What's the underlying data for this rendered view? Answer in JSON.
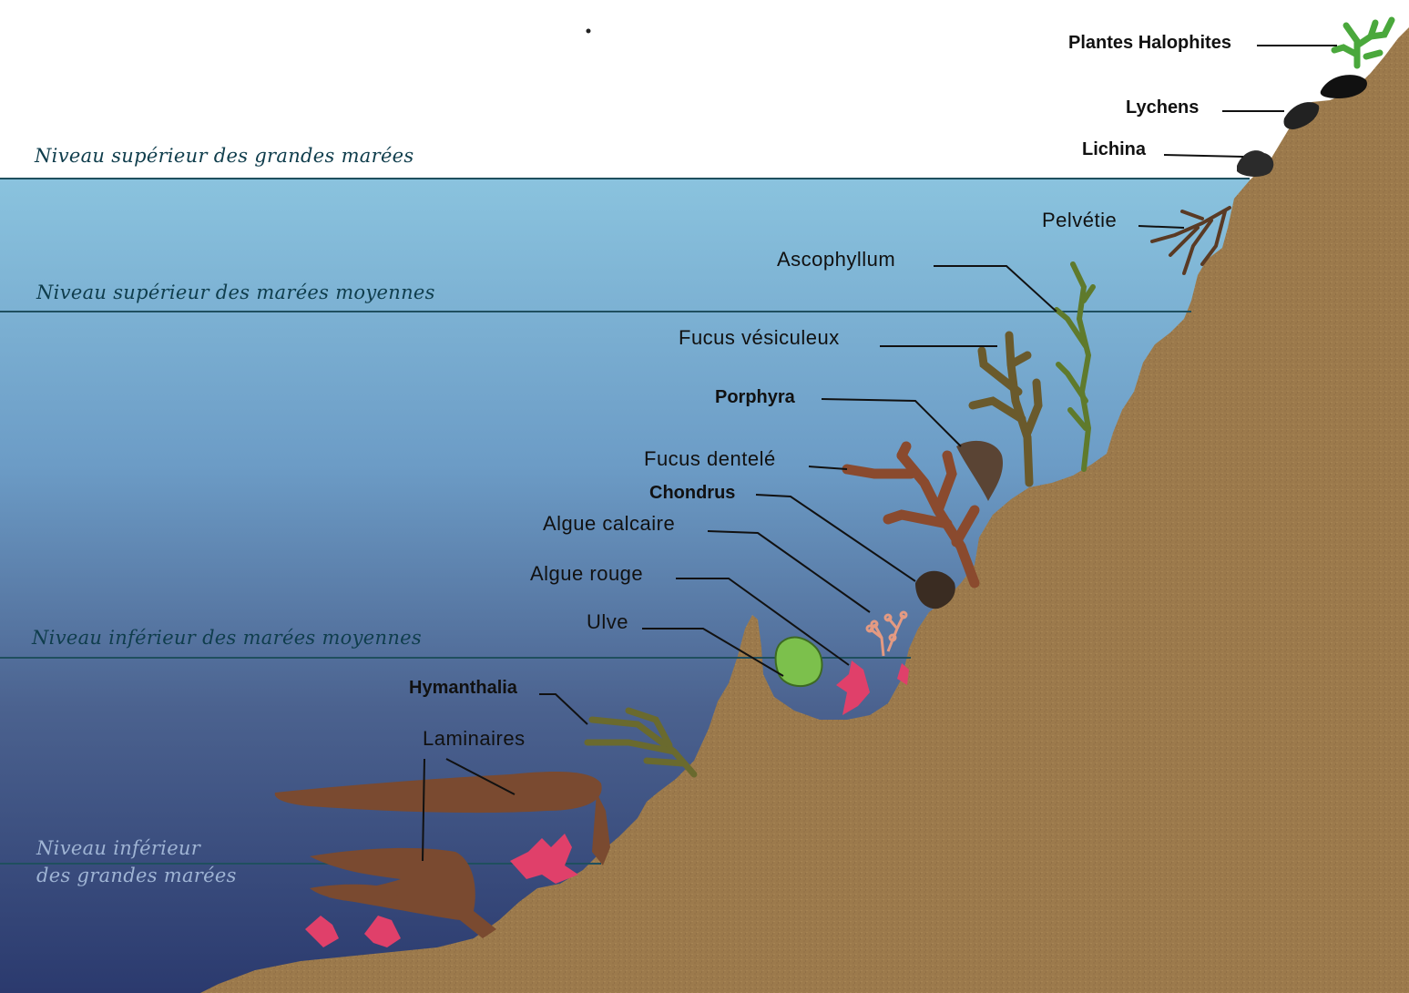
{
  "tide_levels": {
    "spring_high": "Niveau supérieur des grandes marées",
    "neap_high": "Niveau supérieur des marées moyennes",
    "neap_low": "Niveau inférieur des marées moyennes",
    "spring_low_line1": "Niveau inférieur",
    "spring_low_line2": "des grandes marées"
  },
  "species": {
    "plantes_halophites": "Plantes Halophites",
    "lychens": "Lychens",
    "lichina": "Lichina",
    "pelvetie": "Pelvétie",
    "ascophyllum": "Ascophyllum",
    "fucus_vesiculeux": "Fucus vésiculeux",
    "porphyra": "Porphyra",
    "fucus_dentele": "Fucus dentelé",
    "chondrus": "Chondrus",
    "algue_calcaire": "Algue calcaire",
    "algue_rouge": "Algue rouge",
    "ulve": "Ulve",
    "hymanthalia": "Hymanthalia",
    "laminaires": "Laminaires"
  },
  "colors": {
    "sky": "#ffffff",
    "water_top": "#8ac3de",
    "water_bottom": "#2b3a6e",
    "rock": "#9c7a4c",
    "brown_algae": "#7a4a30",
    "red_algae": "#e0406a",
    "green_algae": "#7cc04c",
    "level_line": "#1f4f5e"
  }
}
